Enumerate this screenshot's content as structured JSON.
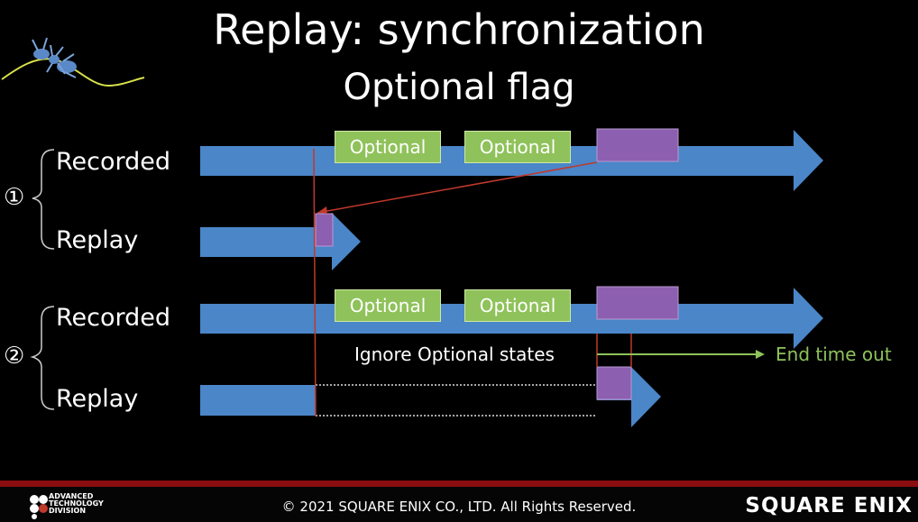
{
  "title": "Replay: synchronization",
  "subtitle": "Optional flag",
  "scenarios": [
    {
      "number": "①",
      "recorded_label": "Recorded",
      "replay_label": "Replay",
      "optional_blocks": [
        "Optional",
        "Optional"
      ]
    },
    {
      "number": "②",
      "recorded_label": "Recorded",
      "replay_label": "Replay",
      "optional_blocks": [
        "Optional",
        "Optional"
      ],
      "ignore_note": "Ignore Optional states",
      "timeout_note": "End time out"
    }
  ],
  "footer": {
    "copyright": "© 2021 SQUARE ENIX CO., LTD. All Rights Reserved.",
    "division": [
      "ADVANCED",
      "TECHNOLOGY",
      "DIVISION"
    ],
    "logo": "SQUARE ENIX"
  },
  "colors": {
    "arrow": "#4a86c8",
    "optional": "#8fc25a",
    "state": "#8d5fb0",
    "sync_line": "#c0392b",
    "footer_bar": "#8a0d10"
  }
}
